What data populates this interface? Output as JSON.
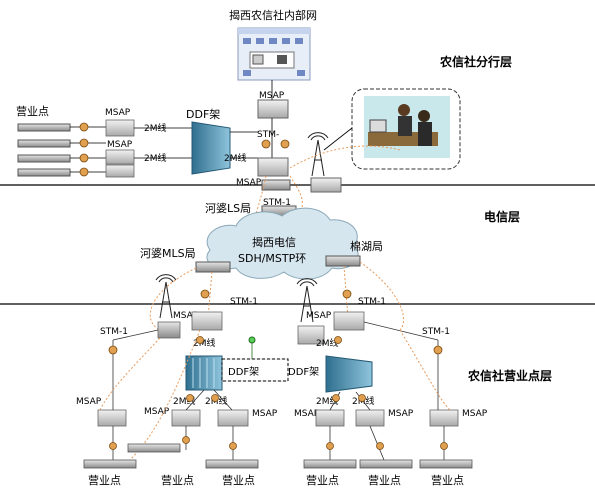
{
  "title": "揭西农信社内部网",
  "layers": {
    "top": "农信社分行层",
    "middle": "电信层",
    "bottom": "农信社营业点层"
  },
  "cloud": {
    "line1": "揭西电信",
    "line2": "SDH/MSTP环"
  },
  "nodes": {
    "heli_ls": "河婆LS局",
    "heli_mls": "河婆MLS局",
    "mianhu": "棉湖局"
  },
  "labels": {
    "yingye": "营业点",
    "msap": "MSAP",
    "ddf": "DDF架",
    "line2m": "2M线",
    "stm1": "STM-1",
    "stm_short": "STM-"
  },
  "colors": {
    "layer_line": "#000000",
    "fiber": "#e89a5a",
    "cloud_fill": "#d6e6ef",
    "ddf": "#4a8fb0",
    "device": "#c8c8c8"
  }
}
